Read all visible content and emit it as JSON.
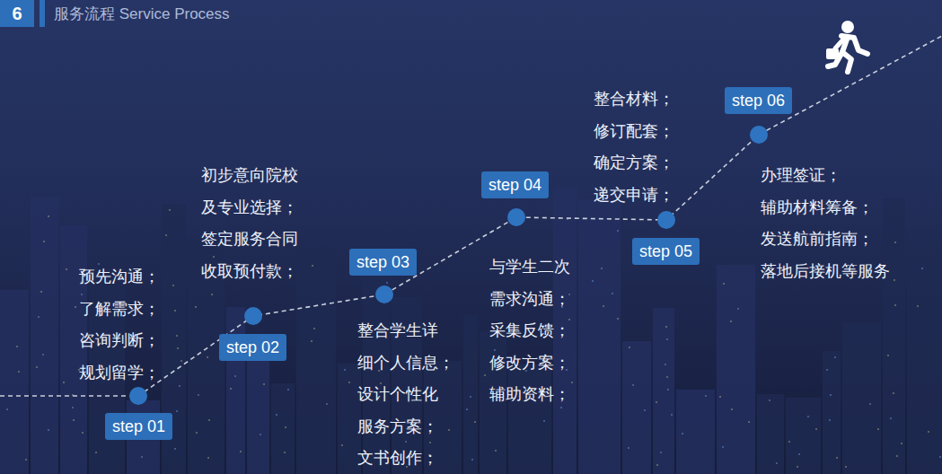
{
  "diagram": {
    "title": "服务流程 Service Process",
    "nodes": [
      {
        "text": [
          "step 01"
        ]
      },
      {
        "text": [
          "step 02"
        ]
      },
      {
        "text": [
          "step 03"
        ]
      },
      {
        "text": [
          "step 04"
        ]
      },
      {
        "text": [
          "step 05"
        ]
      },
      {
        "text": [
          "step 06"
        ]
      }
    ],
    "labels": [
      "6",
      "预先沟通； 了解需求； 咨询判断； 规划留学；",
      "初步意向院校 及专业选择； 签定服务合同 收取预付款；",
      "整合学生详 细个人信息； 设计个性化 服务方案； 文书创作；",
      "与学生二次 需求沟通； 采集反馈； 修改方案； 辅助资料；",
      "整合材料； 修订配套； 确定方案； 递交申请；",
      "办理签证； 辅助材料筹备； 发送航前指南； 落地后接机等服务"
    ]
  }
}
